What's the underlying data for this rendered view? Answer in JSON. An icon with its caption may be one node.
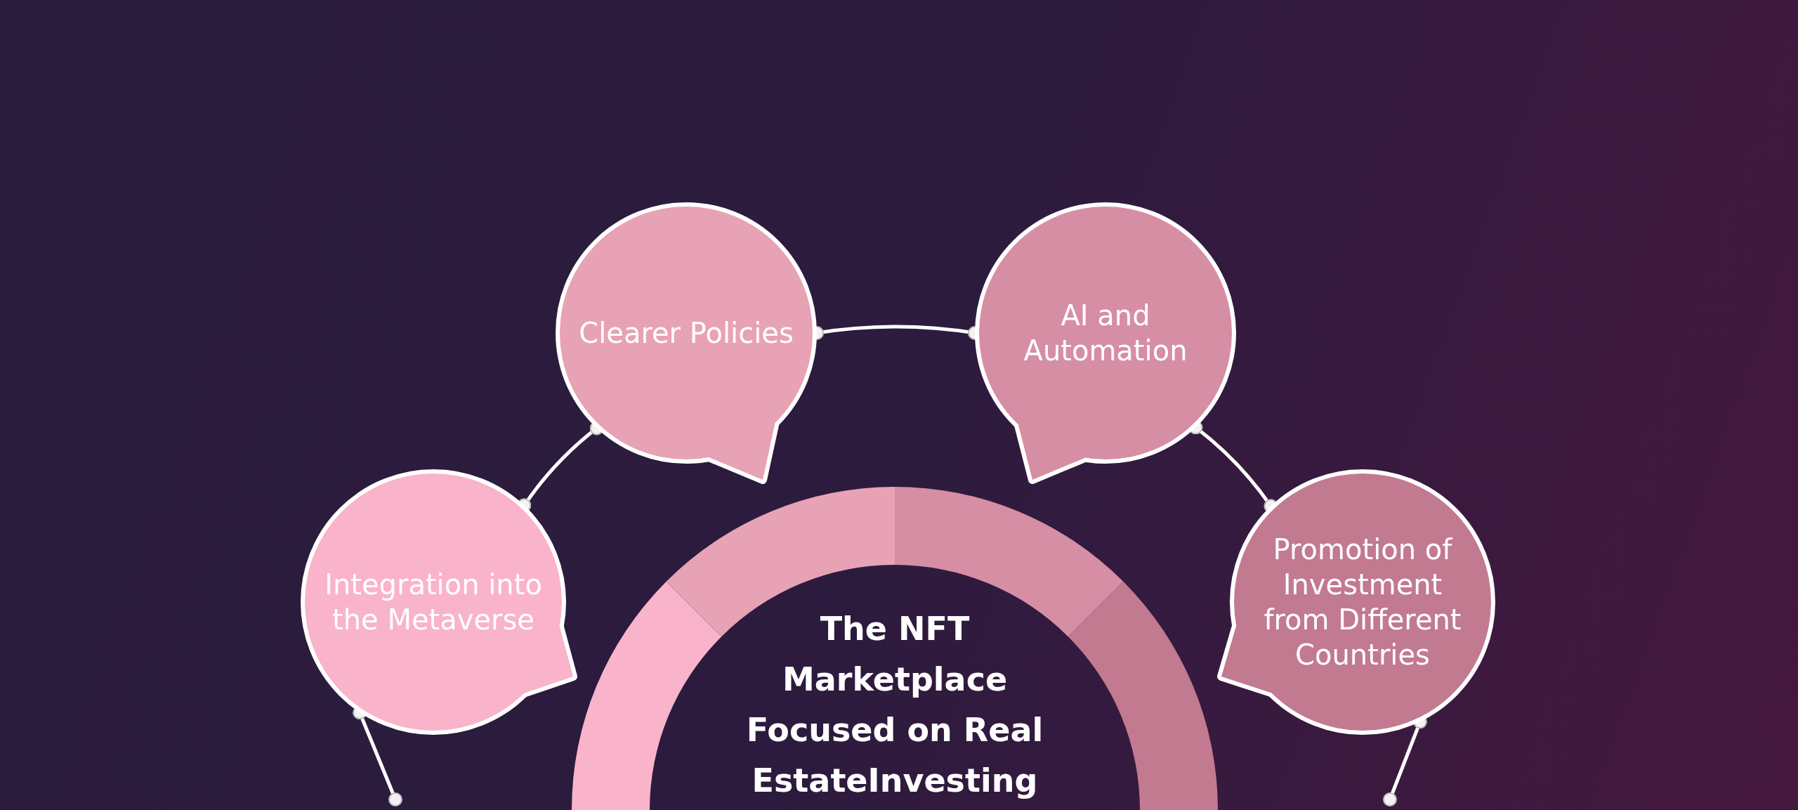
{
  "diagram": {
    "nodes": [
      {
        "text": [
          "Clearer Policies"
        ]
      },
      {
        "text": [
          "AI and Automation"
        ]
      },
      {
        "text": [
          "Integration into the Metaverse"
        ]
      },
      {
        "text": [
          "Promotion of Investment from Different Countries"
        ]
      },
      {
        "text": [
          "The NFT Marketplace Focused on Real EstateInvesting"
        ]
      }
    ],
    "edges": [
      {
        "from": 2,
        "to": 0,
        "arrow": "other"
      },
      {
        "from": 0,
        "to": 1,
        "arrow": "other"
      },
      {
        "from": 1,
        "to": 3,
        "arrow": "other"
      },
      {
        "from": 2,
        "to": null,
        "arrow": "other"
      },
      {
        "from": 3,
        "to": null,
        "arrow": "other"
      }
    ]
  }
}
